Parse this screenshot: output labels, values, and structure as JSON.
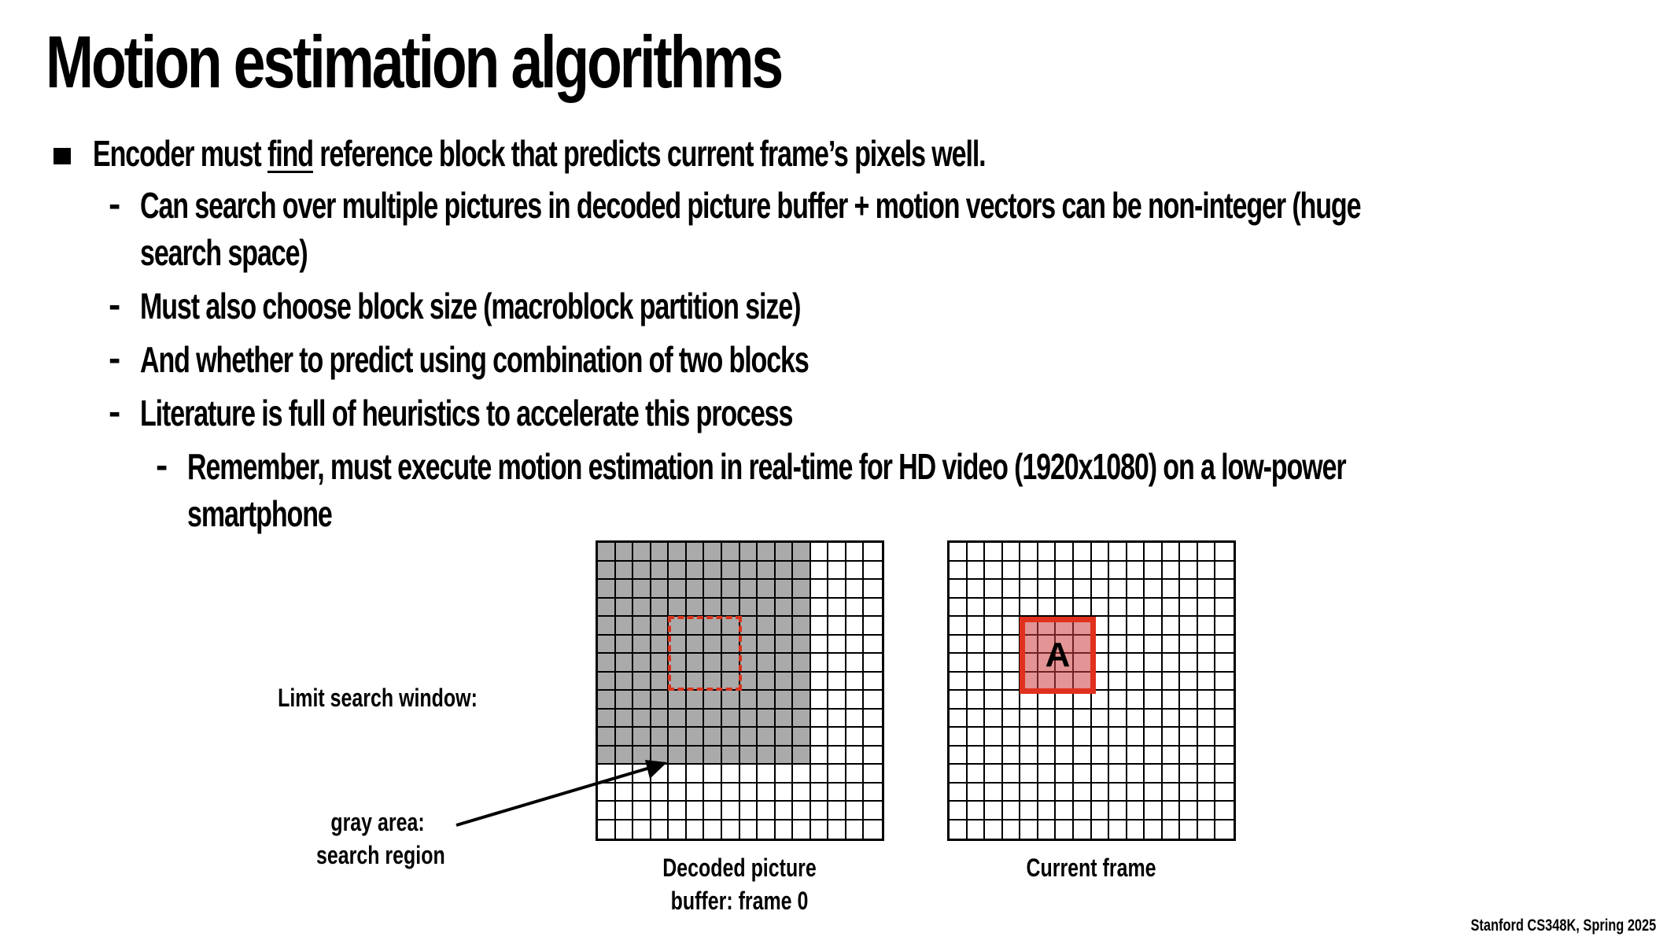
{
  "slide": {
    "title": "Motion estimation algorithms",
    "bullets": [
      {
        "level": 1,
        "parts": [
          "Encoder must ",
          "find",
          " reference block that predicts current frame’s pixels well."
        ],
        "underlined_word": "find"
      },
      {
        "level": 2,
        "line1": "Can search over multiple pictures in decoded picture buffer + motion vectors can be non-integer (huge",
        "line2": "search space)"
      },
      {
        "level": 2,
        "text": "Must also choose block size (macroblock partition size)"
      },
      {
        "level": 2,
        "text": "And whether to predict using combination of two blocks"
      },
      {
        "level": 2,
        "text": "Literature is full of heuristics to accelerate this process"
      },
      {
        "level": 3,
        "line1": "Remember, must execute motion estimation in real-time for HD video (1920x1080) on a low-power",
        "line2": "smartphone"
      }
    ],
    "dash_glyph": "-",
    "footer": "Stanford CS348K, Spring 2025"
  },
  "figure": {
    "side_label": "Limit search window:",
    "annotation_line1": "gray area:",
    "annotation_line2": "search region",
    "left_grid": {
      "caption_line1": "Decoded picture",
      "caption_line2": "buffer: frame 0",
      "cells": 16,
      "gray_region": {
        "cols": 12,
        "rows": 12
      },
      "dashed_block": {
        "col": 4,
        "row": 4,
        "size": 4
      },
      "gray_color": "#aaaaaa",
      "dashed_color": "#d9341c"
    },
    "right_grid": {
      "caption": "Current frame",
      "cells": 16,
      "block": {
        "col": 4,
        "row": 4,
        "size": 4,
        "label": "A"
      },
      "border_color": "#e0301e"
    }
  }
}
